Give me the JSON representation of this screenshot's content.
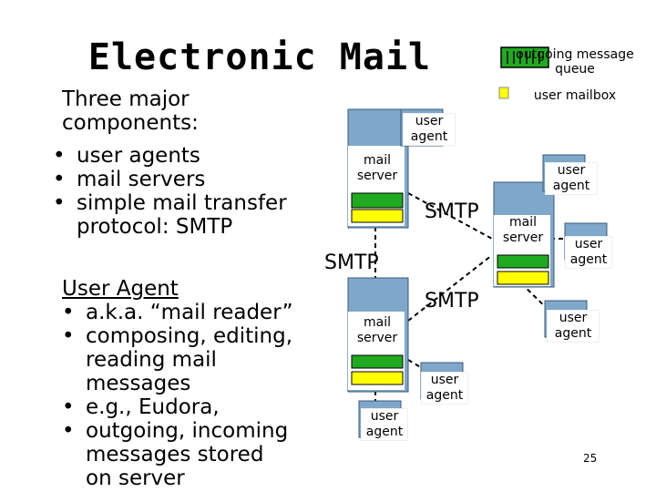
{
  "slide": {
    "title": "Electronic Mail",
    "intro": "Three major components:",
    "components": [
      "user agents",
      "mail servers",
      "simple mail transfer protocol: SMTP"
    ],
    "user_agent_heading": "User Agent",
    "user_agent_points": [
      "a.k.a. “mail reader”",
      "composing, editing, reading mail messages",
      "e.g., Eudora,",
      "outgoing, incoming messages stored on server"
    ],
    "page_number": "25"
  },
  "legend": {
    "outgoing": "outgoing message queue",
    "mailbox": "user mailbox"
  },
  "diagram": {
    "mail_server_label": "mail server",
    "user_agent_label": "user agent",
    "smtp_label": "SMTP",
    "colors": {
      "queue": "#1faa1f",
      "mailbox": "#ffff00",
      "line": "#000000",
      "computer": "#7fa7c9"
    }
  }
}
